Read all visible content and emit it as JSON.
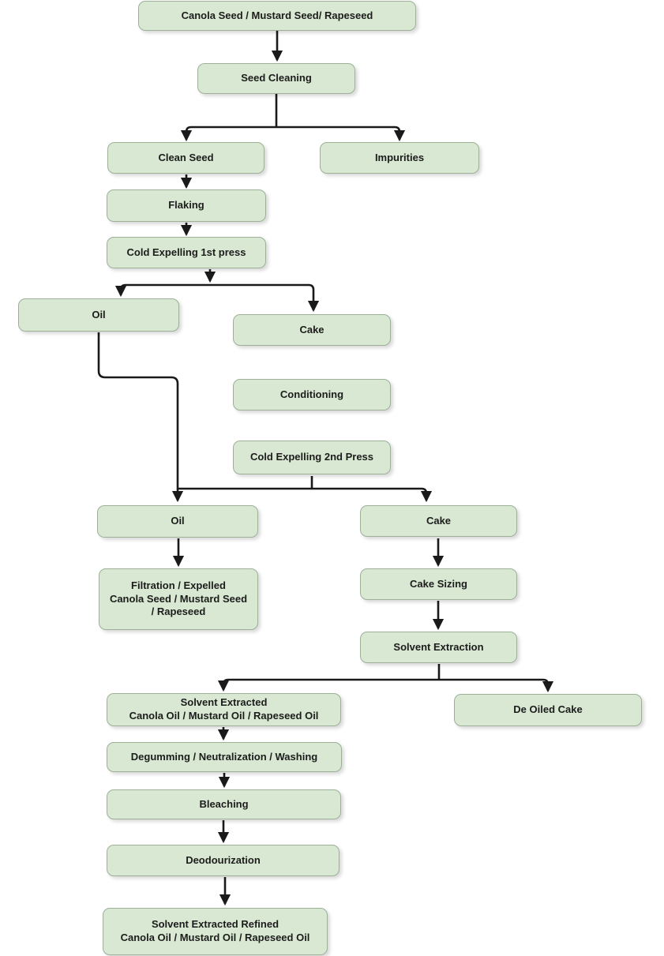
{
  "diagram": {
    "type": "flowchart",
    "subject": "Canola / Mustard / Rapeseed oil processing",
    "nodes": {
      "seed": {
        "label": "Canola Seed / Mustard Seed/ Rapeseed"
      },
      "seed_cleaning": {
        "label": "Seed Cleaning"
      },
      "clean_seed": {
        "label": "Clean Seed"
      },
      "impurities": {
        "label": "Impurities"
      },
      "flaking": {
        "label": "Flaking"
      },
      "cold_expelling_1": {
        "label": "Cold Expelling 1st press"
      },
      "oil_1": {
        "label": "Oil"
      },
      "cake_1": {
        "label": "Cake"
      },
      "conditioning": {
        "label": "Conditioning"
      },
      "cold_expelling_2": {
        "label": "Cold Expelling 2nd Press"
      },
      "oil_2": {
        "label": "Oil"
      },
      "cake_2": {
        "label": "Cake"
      },
      "filtration": {
        "label": "Filtration / Expelled\nCanola Seed / Mustard Seed\n/ Rapeseed"
      },
      "cake_sizing": {
        "label": "Cake Sizing"
      },
      "solvent_extraction": {
        "label": "Solvent Extraction"
      },
      "solvent_extracted_oil": {
        "label": "Solvent Extracted\nCanola Oil / Mustard Oil / Rapeseed Oil"
      },
      "de_oiled_cake": {
        "label": "De Oiled Cake"
      },
      "degumming": {
        "label": "Degumming / Neutralization / Washing"
      },
      "bleaching": {
        "label": "Bleaching"
      },
      "deodourization": {
        "label": "Deodourization"
      },
      "refined_oil": {
        "label": "Solvent Extracted Refined\nCanola Oil /  Mustard Oil / Rapeseed Oil"
      }
    },
    "edges": [
      {
        "from": "seed",
        "to": "seed_cleaning"
      },
      {
        "from": "seed_cleaning",
        "to": "clean_seed"
      },
      {
        "from": "seed_cleaning",
        "to": "impurities"
      },
      {
        "from": "clean_seed",
        "to": "flaking"
      },
      {
        "from": "flaking",
        "to": "cold_expelling_1"
      },
      {
        "from": "cold_expelling_1",
        "to": "oil_1"
      },
      {
        "from": "cold_expelling_1",
        "to": "cake_1"
      },
      {
        "from": "cake_1",
        "to": "conditioning"
      },
      {
        "from": "conditioning",
        "to": "cold_expelling_2"
      },
      {
        "from": "oil_1",
        "to": "oil_2"
      },
      {
        "from": "cold_expelling_2",
        "to": "oil_2"
      },
      {
        "from": "cold_expelling_2",
        "to": "cake_2"
      },
      {
        "from": "oil_2",
        "to": "filtration"
      },
      {
        "from": "cake_2",
        "to": "cake_sizing"
      },
      {
        "from": "cake_sizing",
        "to": "solvent_extraction"
      },
      {
        "from": "solvent_extraction",
        "to": "solvent_extracted_oil"
      },
      {
        "from": "solvent_extraction",
        "to": "de_oiled_cake"
      },
      {
        "from": "solvent_extracted_oil",
        "to": "degumming"
      },
      {
        "from": "degumming",
        "to": "bleaching"
      },
      {
        "from": "bleaching",
        "to": "deodourization"
      },
      {
        "from": "deodourization",
        "to": "refined_oil"
      }
    ],
    "colors": {
      "page_bg": "#ffffff",
      "node_fill": "#d9e8d2",
      "node_border": "#9cb098",
      "node_text": "#1c1c1c",
      "connector": "#1a1a1a"
    }
  }
}
